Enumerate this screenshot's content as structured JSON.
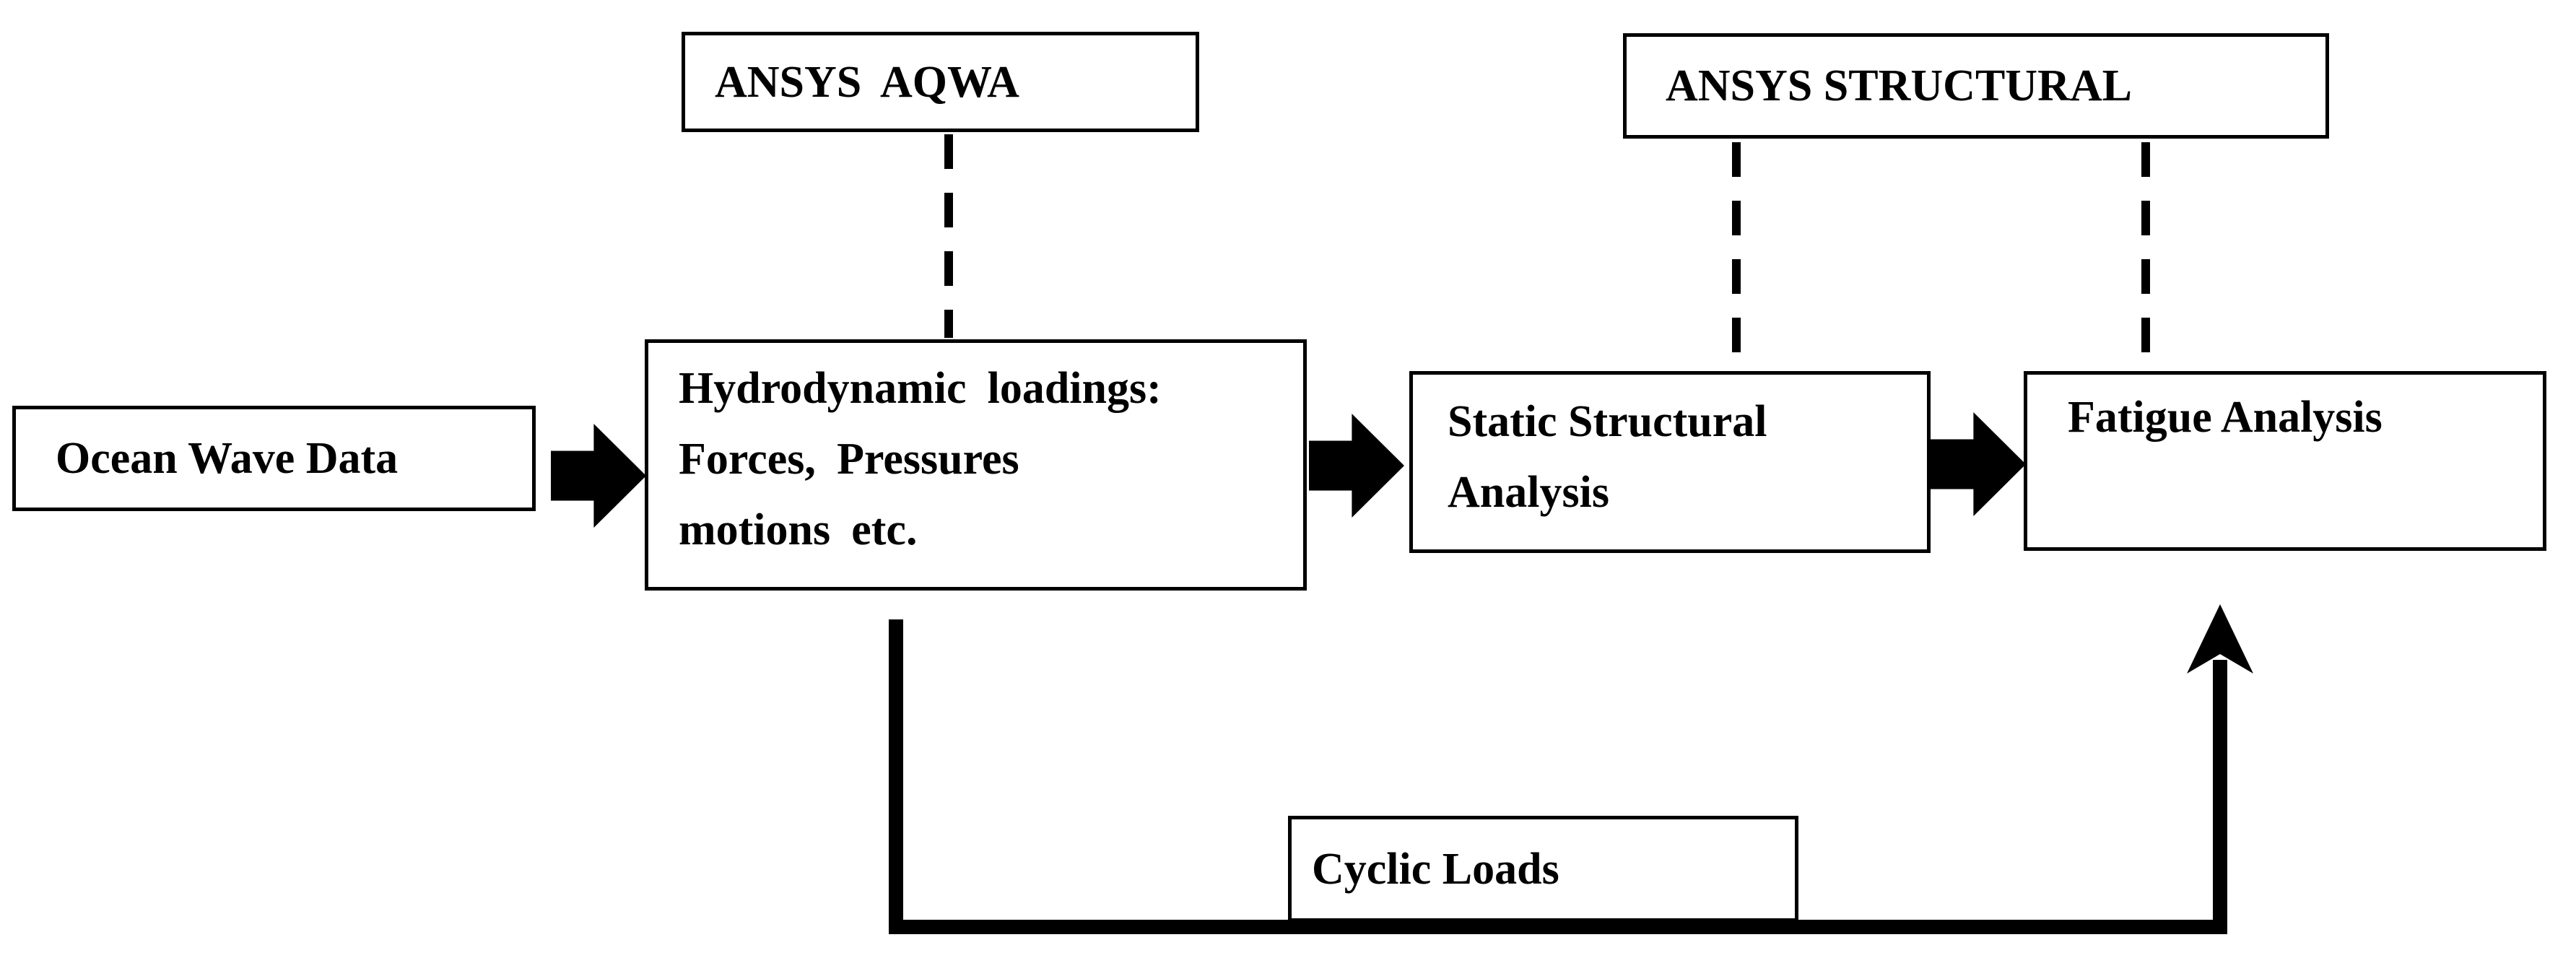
{
  "diagram": {
    "colors": {
      "ink": "#000000",
      "box_fill": "#ffffff",
      "background": "#ffffff"
    },
    "software_labels": {
      "aqwa": "ANSYS AQWA",
      "structural": "ANSYS STRUCTURAL"
    },
    "nodes": {
      "ocean": {
        "label": "Ocean Wave Data"
      },
      "hydro": {
        "lines": [
          "Hydrodynamic loadings:",
          "Forces, Pressures",
          "motions etc."
        ]
      },
      "static_analysis": {
        "lines": [
          "Static Structural",
          "Analysis"
        ]
      },
      "fatigue": {
        "label": "Fatigue Analysis"
      },
      "cyclic": {
        "label": "Cyclic Loads"
      }
    }
  }
}
